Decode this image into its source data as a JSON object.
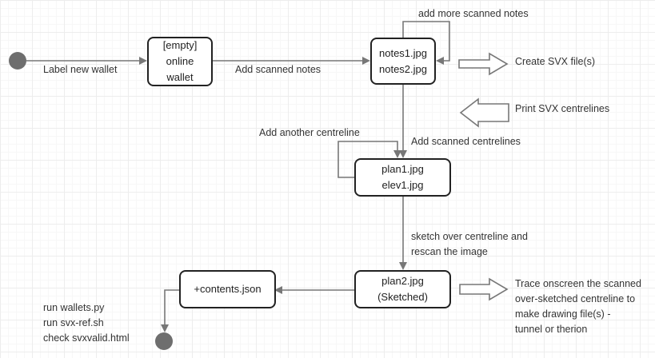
{
  "nodes": {
    "wallet": {
      "lines": [
        "[empty]",
        "online",
        "wallet"
      ]
    },
    "notes": {
      "lines": [
        "notes1.jpg",
        "notes2.jpg"
      ]
    },
    "plan1": {
      "lines": [
        "plan1.jpg",
        "elev1.jpg"
      ]
    },
    "plan2": {
      "lines": [
        "plan2.jpg",
        "(Sketched)"
      ]
    },
    "contents": {
      "lines": [
        "+contents.json"
      ]
    }
  },
  "labels": {
    "label_new_wallet": "Label new wallet",
    "add_scanned_notes": "Add scanned notes",
    "add_more_scanned_notes": "add more scanned notes",
    "create_svx": "Create SVX file(s)",
    "print_svx": "Print SVX centrelines",
    "add_another_centreline": "Add another centreline",
    "add_scanned_centrelines": "Add scanned centrelines",
    "sketch_over": [
      "sketch over centreline and",
      "rescan the image"
    ],
    "trace_onscreen": [
      "Trace onscreen the scanned",
      "over-sketched centreline to",
      "make drawing file(s) -",
      "tunnel or therion"
    ],
    "run_steps": [
      "run wallets.py",
      "run svx-ref.sh",
      "check svxvalid.html"
    ]
  },
  "colors": {
    "line": "#777777",
    "node_border": "#222222",
    "dot": "#6e6e6e"
  }
}
